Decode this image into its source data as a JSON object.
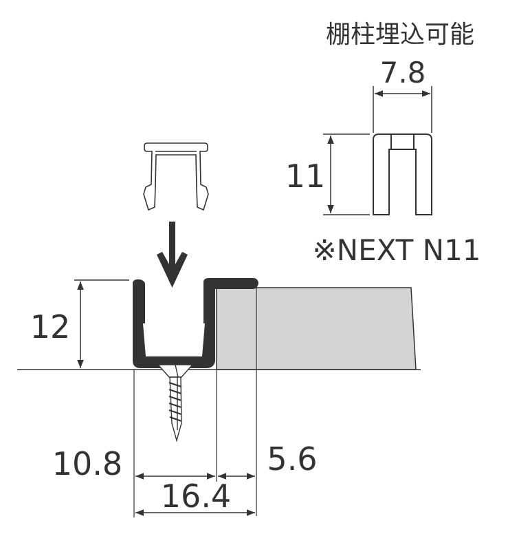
{
  "title": "棚柱埋込可能",
  "product_label": "※NEXT N11",
  "dimensions": {
    "insert_width": "7.8",
    "insert_height": "11",
    "rail_height": "12",
    "rail_depth": "10.8",
    "flange_offset": "5.6",
    "total_width": "16.4"
  },
  "colors": {
    "profile": "#333333",
    "panel": "#d4d4d4",
    "line": "#333333"
  }
}
